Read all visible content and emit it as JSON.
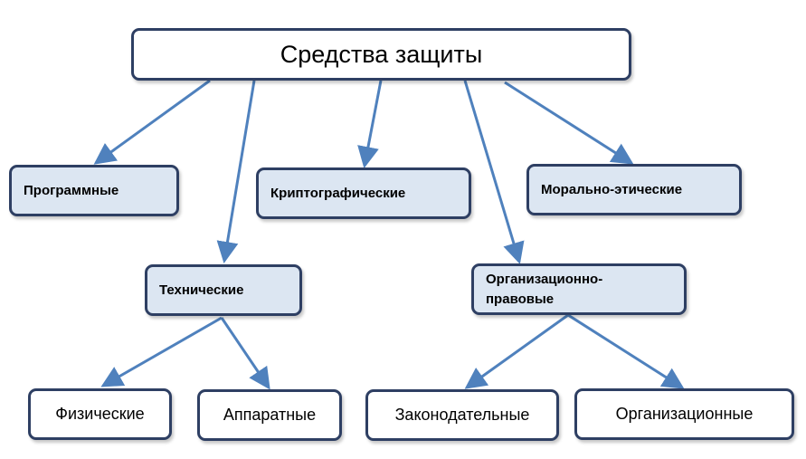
{
  "root": {
    "label": "Средства защиты"
  },
  "categories": [
    {
      "label": "Программные"
    },
    {
      "label": "Криптографические"
    },
    {
      "label": "Морально-этические"
    },
    {
      "label": "Технические"
    },
    {
      "label": "Организационно-правовые"
    }
  ],
  "leaves": [
    {
      "label": "Физические"
    },
    {
      "label": "Аппаратные"
    },
    {
      "label": "Законодательные"
    },
    {
      "label": "Организационные"
    }
  ],
  "colors": {
    "arrow": "#4f81bd",
    "box_border": "#2e3f63",
    "category_fill": "#dce6f2",
    "leaf_fill": "#ffffff"
  }
}
